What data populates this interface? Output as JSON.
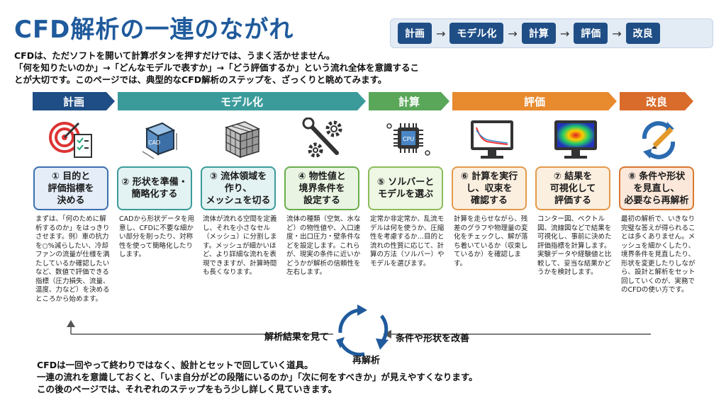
{
  "title": "CFD解析の一連のながれ",
  "flow": [
    "計画",
    "モデル化",
    "計算",
    "評価",
    "改良"
  ],
  "intro": {
    "line1": "CFDは、ただソフトを開いて計算ボタンを押すだけでは、うまく活かせません。",
    "line2": "「何を知りたいのか」→「どんなモデルで表すか」→「どう評価するか」という流れ全体を意識するこ",
    "line3": "とが大切です。このページでは、典型的なCFD解析のステップを、ざっくりと眺めてみます。"
  },
  "bands": [
    {
      "label": "計画",
      "color": "#1f4e86"
    },
    {
      "label": "モデル化",
      "color": "#3b9b9b"
    },
    {
      "label": "計算",
      "color": "#5aa75a"
    },
    {
      "label": "評価",
      "color": "#e88a2e"
    },
    {
      "label": "改良",
      "color": "#d96b2b"
    }
  ],
  "icons": [
    "target-checklist-icon",
    "cad-cube-icon",
    "mesh-grid-icon",
    "wrench-gears-icon",
    "cpu-chip-icon",
    "monitor-graph-icon",
    "monitor-contour-icon",
    "refresh-pencil-icon"
  ],
  "steps": [
    {
      "l1": "① 目的と",
      "l2": "評価指標を",
      "l3": "決める",
      "border": "#3c6fb0",
      "bg": "#e4edf8"
    },
    {
      "l1": "② 形状を準備・",
      "l2": "簡略化する",
      "l3": "",
      "border": "#3b9b9b",
      "bg": "#e3f2f2"
    },
    {
      "l1": "③ 流体領域を",
      "l2": "作り、",
      "l3": "メッシュを切る",
      "border": "#3b9b9b",
      "bg": "#e3f2f2"
    },
    {
      "l1": "④ 物性値と",
      "l2": "境界条件を",
      "l3": "設定する",
      "border": "#6aae4c",
      "bg": "#e9f4e2"
    },
    {
      "l1": "⑤ ソルバーと",
      "l2": "モデルを選ぶ",
      "l3": "",
      "border": "#8bbd5a",
      "bg": "#eef6e4"
    },
    {
      "l1": "⑥ 計算を実行",
      "l2": "し、収束を",
      "l3": "確認する",
      "border": "#e39a4a",
      "bg": "#fbefe0"
    },
    {
      "l1": "⑦ 結果を",
      "l2": "可視化して",
      "l3": "評価する",
      "border": "#e39a4a",
      "bg": "#fbefe0"
    },
    {
      "l1": "⑧ 条件や形状",
      "l2": "を見直し、",
      "l3": "必要なら再解析",
      "border": "#d9782f",
      "bg": "#fbe8da"
    }
  ],
  "descs": [
    "まずは、「何のために解析するのか」をはっきりさせます。例）車の抗力を○%減らしたい、冷却ファンの流量が仕様を満たしているか確認したいなど、数値で評価できる指標（圧力損失、流量、温度、力など）を決めるところから始めます。",
    "CADから形状データを用意し、CFDに不要な細かい部分を削ったり、対称性を使って簡略化したりします。",
    "流体が流れる空間を定義し、それを小さなセル（メッシュ）に分割します。メッシュが細かいほど、より詳細な流れを表現できますが、計算時間も長くなります。",
    "流体の種類（空気、水など）の物性値や、入口速度・出口圧力・壁条件などを設定します。これらが、現実の条件に近いかどうかが解析の信頼性を左右します。",
    "定常か非定常か、乱流モデルは何を使うか、圧縮性を考慮するか…目的と流れの性質に応じて、計算の方法（ソルバー）やモデルを選びます。",
    "計算を走らせながら、残差のグラフや物理量の変化をチェックし、解が落ち着いているか（収束しているか）を確認します。",
    "コンター図、ベクトル図、流線図などで結果を可視化し、事前に決めた評価指標を計算します。実験データや経験値と比較して、妥当な結果かどうかを検討します。",
    "最初の解析で、いきなり完璧な答えが得られることは多くありません。メッシュを細かくしたり、境界条件を見直したり、形状を変更したりしながら、設計と解析をセット回していくのが、実務でのCFDの使い方です。"
  ],
  "cycle": {
    "left_label": "解析結果を見て",
    "right_label": "条件や形状を改善",
    "bottom_label": "再解析",
    "arrow_color": "#1f5a9c",
    "line_color": "#555555"
  },
  "outro": {
    "line1": "CFDは一回やって終わりではなく、設計とセットで回していく道具。",
    "line2": "一連の流れを意識しておくと、「いま自分がどの段階にいるのか」「次に何をすべきか」が見えやすくなります。",
    "line3": "この後のページでは、それぞれのステップをもう少し詳しく見ていきます。"
  }
}
